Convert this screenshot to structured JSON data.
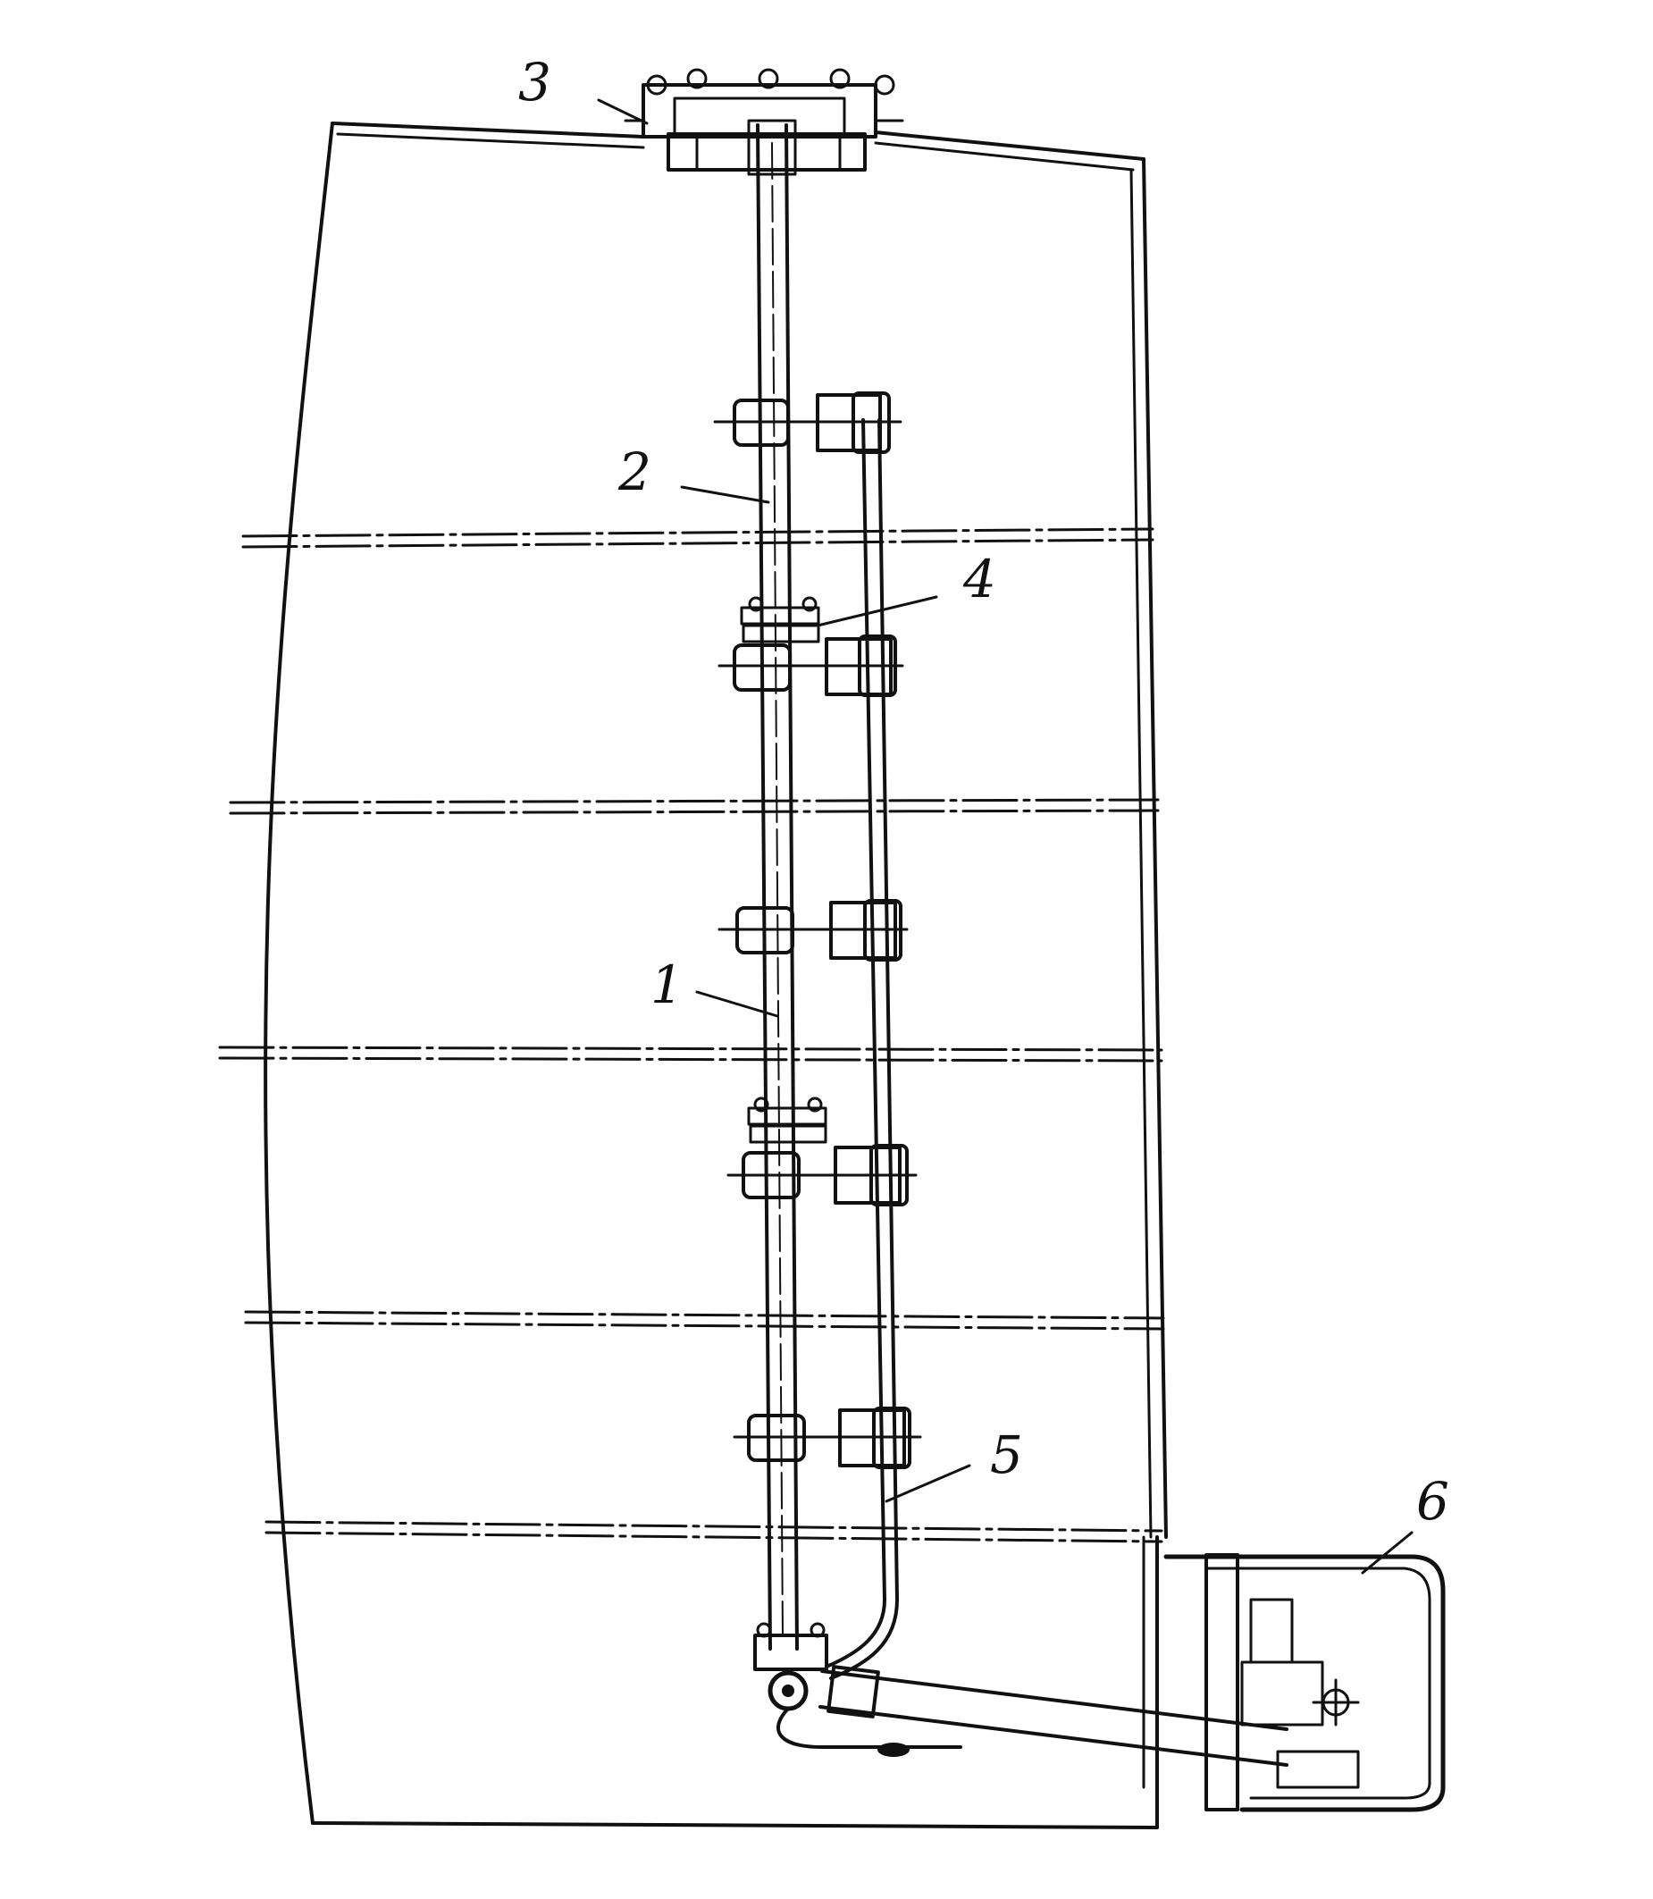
{
  "figure": {
    "callouts": [
      {
        "id": "c1",
        "text": "1"
      },
      {
        "id": "c2",
        "text": "2"
      },
      {
        "id": "c3",
        "text": "3"
      },
      {
        "id": "c4",
        "text": "4"
      },
      {
        "id": "c5",
        "text": "5"
      },
      {
        "id": "c6",
        "text": "6"
      }
    ],
    "colors": {
      "ink": "#111111",
      "paper": "#ffffff"
    }
  }
}
